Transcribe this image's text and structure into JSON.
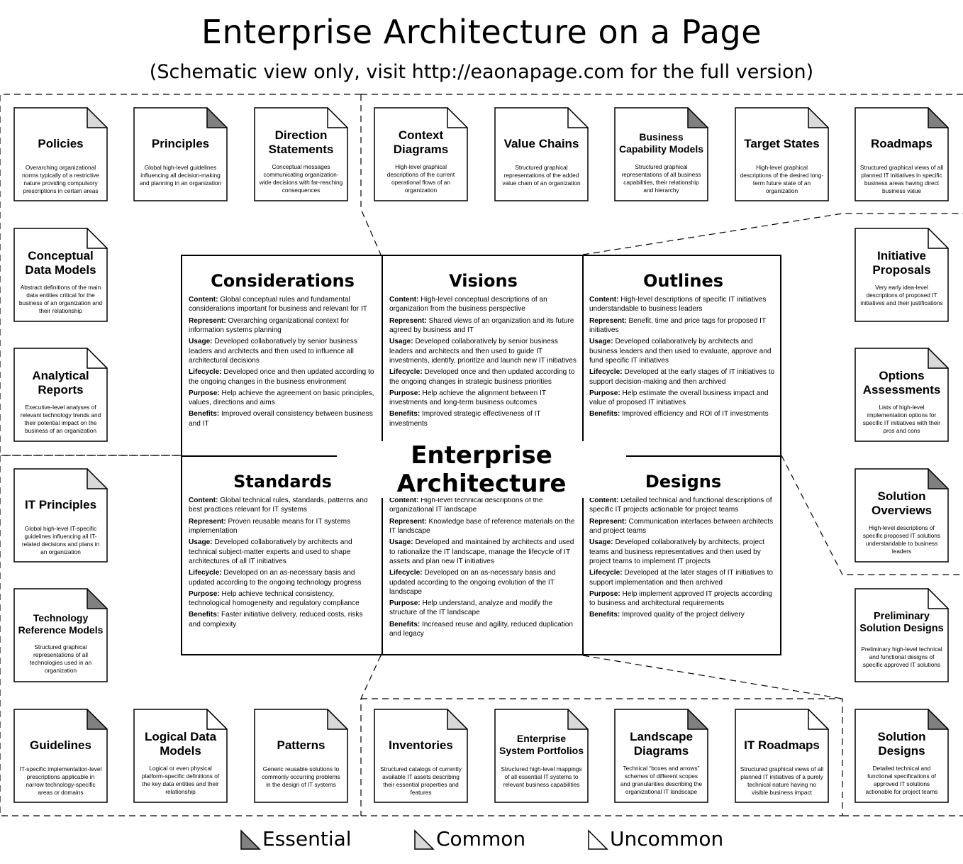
{
  "title": "Enterprise Architecture on a Page",
  "subtitle": "(Schematic view only, visit http://eaonapage.com for the full version)",
  "center_title": "Enterprise Architecture",
  "colors": {
    "essential": "#808080",
    "common": "#d9d9d9",
    "uncommon": "#ffffff",
    "line": "#000000"
  },
  "artifacts": [
    {
      "id": "policies",
      "title": "Policies",
      "desc": "Overarching organizational norms typically of a restrictive nature providing compulsory prescriptions in certain areas",
      "category": "common"
    },
    {
      "id": "principles",
      "title": "Principles",
      "desc": "Global high-level guidelines influencing all decision-making and planning in an organization",
      "category": "essential"
    },
    {
      "id": "direction",
      "title": "Direction Statements",
      "desc": "Conceptual messages communicating organization-wide decisions with far-reaching consequences",
      "category": "uncommon"
    },
    {
      "id": "context",
      "title": "Context Diagrams",
      "desc": "High-level graphical descriptions of the current operational flows of an organization",
      "category": "uncommon"
    },
    {
      "id": "valuechains",
      "title": "Value Chains",
      "desc": "Structured graphical representations of the added value chain of an organization",
      "category": "uncommon"
    },
    {
      "id": "bcm",
      "title": "Business Capability Models",
      "desc": "Structured graphical representations of all business capabilities, their relationship and hierarchy",
      "category": "essential"
    },
    {
      "id": "targetstates",
      "title": "Target States",
      "desc": "High-level graphical descriptions of the desired long-term future state of an organization",
      "category": "common"
    },
    {
      "id": "roadmaps",
      "title": "Roadmaps",
      "desc": "Structured graphical views of all planned IT initiatives in specific business areas having direct business value",
      "category": "essential"
    },
    {
      "id": "cdm",
      "title": "Conceptual Data Models",
      "desc": "Abstract definitions of the main data entities critical for the business of an organization and their relationship",
      "category": "uncommon"
    },
    {
      "id": "analytical",
      "title": "Analytical Reports",
      "desc": "Executive-level analyses of relevant technology trends and their potential impact on the business of an organization",
      "category": "uncommon"
    },
    {
      "id": "itprinciples",
      "title": "IT Principles",
      "desc": "Global high-level IT-specific guidelines influencing all IT-related decisions and plans in an organization",
      "category": "common"
    },
    {
      "id": "trm",
      "title": "Technology Reference Models",
      "desc": "Structured graphical representations of all technologies used in an organization",
      "category": "essential"
    },
    {
      "id": "guidelines",
      "title": "Guidelines",
      "desc": "IT-specific implementation-level prescriptions applicable in narrow technology-specific areas or domains",
      "category": "essential"
    },
    {
      "id": "ldm",
      "title": "Logical Data Models",
      "desc": "Logical or even physical platform-specific definitions of the key data entities and their relationship",
      "category": "uncommon"
    },
    {
      "id": "patterns",
      "title": "Patterns",
      "desc": "Generic reusable solutions to commonly occurring problems in the design of IT systems",
      "category": "common"
    },
    {
      "id": "inventories",
      "title": "Inventories",
      "desc": "Structured catalogs of currently available IT assets describing their essential properties and features",
      "category": "common"
    },
    {
      "id": "esp",
      "title": "Enterprise System Portfolios",
      "desc": "Structured high-level mappings of all essential IT systems to relevant business capabilities",
      "category": "common"
    },
    {
      "id": "landscapediagrams",
      "title": "Landscape Diagrams",
      "desc": "Technical “boxes and arrows” schemes of different scopes and granularities describing the organizational IT landscape",
      "category": "essential"
    },
    {
      "id": "itroadmaps",
      "title": "IT Roadmaps",
      "desc": "Structured graphical views of all planned IT initiatives of a purely technical nature having no visible business impact",
      "category": "uncommon"
    },
    {
      "id": "initiative",
      "title": "Initiative Proposals",
      "desc": "Very early idea-level descriptions of proposed IT initiatives and their justifications",
      "category": "uncommon"
    },
    {
      "id": "options",
      "title": "Options Assessments",
      "desc": "Lists of high-level implementation options for specific IT initiatives with their pros and cons",
      "category": "common"
    },
    {
      "id": "solutionoverviews",
      "title": "Solution Overviews",
      "desc": "High-level descriptions of specific proposed IT solutions understandable to business leaders",
      "category": "essential"
    },
    {
      "id": "preliminary",
      "title": "Preliminary Solution Designs",
      "desc": "Preliminary high-level technical and functional designs of specific approved IT solutions",
      "category": "uncommon"
    },
    {
      "id": "solutiondesigns",
      "title": "Solution Designs",
      "desc": "Detailed technical and functional specifications of approved IT solutions actionable for project teams",
      "category": "essential"
    }
  ],
  "ea_cells": [
    {
      "id": "considerations",
      "title": "Considerations",
      "rows": [
        {
          "label": "Content:",
          "text": "Global conceptual rules and fundamental considerations important for business and relevant for IT"
        },
        {
          "label": "Represent:",
          "text": "Overarching organizational context for information systems planning"
        },
        {
          "label": "Usage:",
          "text": "Developed collaboratively by senior business leaders and architects and then used to influence all architectural decisions"
        },
        {
          "label": "Lifecycle:",
          "text": "Developed once and then updated according to the ongoing changes in the business environment"
        },
        {
          "label": "Purpose:",
          "text": "Help achieve the agreement on basic principles, values, directions and aims"
        },
        {
          "label": "Benefits:",
          "text": "Improved overall consistency between business and IT"
        }
      ]
    },
    {
      "id": "visions",
      "title": "Visions",
      "rows": [
        {
          "label": "Content:",
          "text": "High-level conceptual descriptions of an organization from the business perspective"
        },
        {
          "label": "Represent:",
          "text": "Shared views of an organization and its future agreed by business and IT"
        },
        {
          "label": "Usage:",
          "text": "Developed collaboratively by senior business leaders and architects and then used to guide IT investments, identify, prioritize and launch new IT initiatives"
        },
        {
          "label": "Lifecycle:",
          "text": "Developed once and then updated according to the ongoing changes in strategic business priorities"
        },
        {
          "label": "Purpose:",
          "text": "Help achieve the alignment between IT investments and long-term business outcomes"
        },
        {
          "label": "Benefits:",
          "text": "Improved strategic effectiveness of IT investments"
        }
      ]
    },
    {
      "id": "outlines",
      "title": "Outlines",
      "rows": [
        {
          "label": "Content:",
          "text": "High-level descriptions of specific IT initiatives understandable to business leaders"
        },
        {
          "label": "Represent:",
          "text": "Benefit, time and price tags for proposed IT initiatives"
        },
        {
          "label": "Usage:",
          "text": "Developed collaboratively by architects and business leaders and then used to evaluate, approve and fund specific IT initiatives"
        },
        {
          "label": "Lifecycle:",
          "text": "Developed at the early stages of IT initiatives to support decision-making and then archived"
        },
        {
          "label": "Purpose:",
          "text": "Help estimate the overall business impact and value of proposed IT initiatives"
        },
        {
          "label": "Benefits:",
          "text": "Improved efficiency and ROI of IT investments"
        }
      ]
    },
    {
      "id": "standards",
      "title": "Standards",
      "rows": [
        {
          "label": "Content:",
          "text": "Global technical rules, standards, patterns and best practices relevant for IT systems"
        },
        {
          "label": "Represent:",
          "text": "Proven reusable means for IT systems implementation"
        },
        {
          "label": "Usage:",
          "text": "Developed collaboratively by architects and technical subject-matter experts and used to shape architectures of all IT initiatives"
        },
        {
          "label": "Lifecycle:",
          "text": "Developed on an as-necessary basis and updated according to the ongoing technology progress"
        },
        {
          "label": "Purpose:",
          "text": "Help achieve technical consistency, technological homogeneity and regulatory compliance"
        },
        {
          "label": "Benefits:",
          "text": "Faster initiative delivery, reduced costs, risks and complexity"
        }
      ]
    },
    {
      "id": "landscapes",
      "title": "Landscapes",
      "rows": [
        {
          "label": "Content:",
          "text": "High-level technical descriptions of the organizational IT landscape"
        },
        {
          "label": "Represent:",
          "text": "Knowledge base of reference materials on the IT landscape"
        },
        {
          "label": "Usage:",
          "text": "Developed and maintained by architects and used to rationalize the IT landscape, manage the lifecycle of IT assets and plan new IT initiatives"
        },
        {
          "label": "Lifecycle:",
          "text": "Developed on an as-necessary basis and updated according to the ongoing evolution of the IT landscape"
        },
        {
          "label": "Purpose:",
          "text": "Help understand, analyze and modify the structure of the IT landscape"
        },
        {
          "label": "Benefits:",
          "text": "Increased reuse and agility, reduced duplication and legacy"
        }
      ]
    },
    {
      "id": "designs",
      "title": "Designs",
      "rows": [
        {
          "label": "Content:",
          "text": "Detailed technical and functional descriptions of specific IT projects actionable for project teams"
        },
        {
          "label": "Represent:",
          "text": "Communication interfaces between architects and project teams"
        },
        {
          "label": "Usage:",
          "text": "Developed collaboratively by architects, project teams and business representatives and then used by project teams to implement IT projects"
        },
        {
          "label": "Lifecycle:",
          "text": "Developed at the later stages of IT initiatives to support implementation and then archived"
        },
        {
          "label": "Purpose:",
          "text": "Help implement approved IT projects according to business and architectural requirements"
        },
        {
          "label": "Benefits:",
          "text": "Improved quality of the project delivery"
        }
      ]
    }
  ],
  "legend": [
    {
      "id": "essential",
      "label": "Essential",
      "category": "essential"
    },
    {
      "id": "common",
      "label": "Common",
      "category": "common"
    },
    {
      "id": "uncommon",
      "label": "Uncommon",
      "category": "uncommon"
    }
  ]
}
